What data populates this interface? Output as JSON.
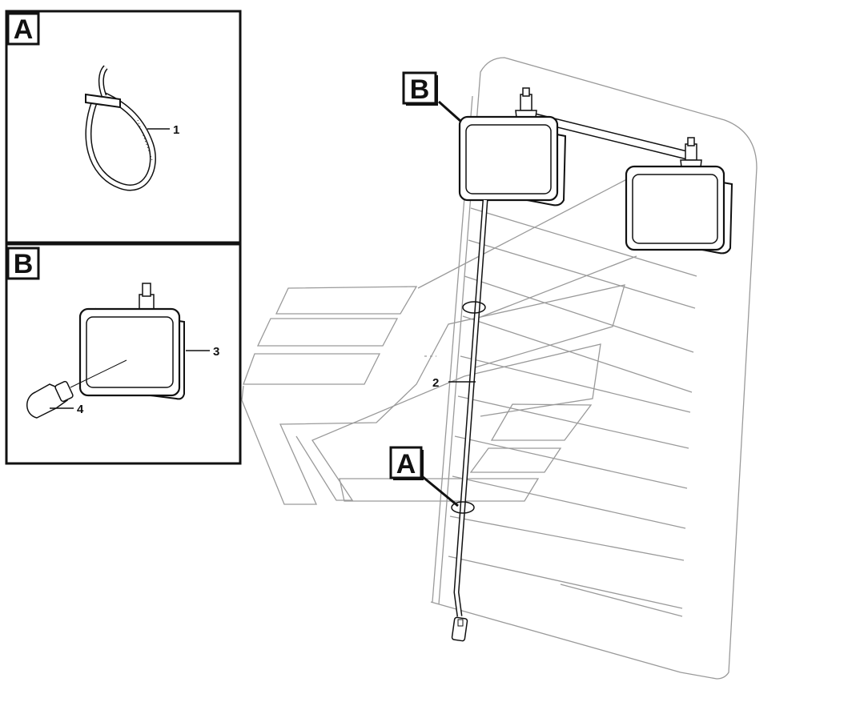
{
  "detail_views": {
    "a": {
      "letter": "A",
      "callouts": [
        "1"
      ]
    },
    "b": {
      "letter": "B",
      "callouts": [
        "3",
        "4"
      ]
    }
  },
  "main_view": {
    "callouts": [
      "2"
    ],
    "markers": [
      "A",
      "B"
    ]
  }
}
